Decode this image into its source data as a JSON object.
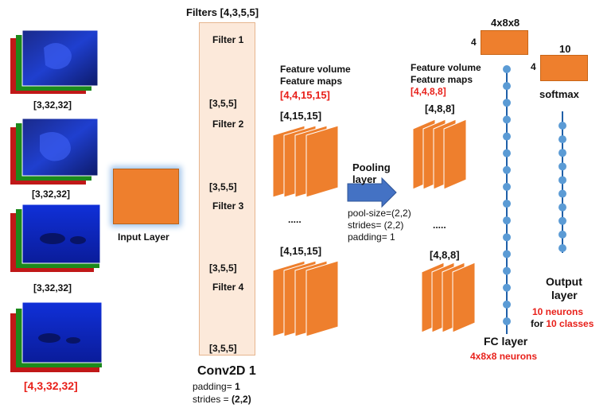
{
  "colors": {
    "orange": "#ee7f2d",
    "blue_filter": "#4472c4",
    "red_text": "#e8201a",
    "fc_line": "#1f5fa8",
    "neuron": "#5b9bd5",
    "panel": "#fce9da"
  },
  "input": {
    "image_shape_1": "[3,32,32]",
    "image_shape_2": "[3,32,32]",
    "image_shape_3": "[3,32,32]",
    "batch_shape": "[4,3,32,32]",
    "layer_label": "Input Layer"
  },
  "filters": {
    "header": "Filters [4,3,5,5]",
    "items": [
      {
        "label": "Filter 1",
        "shape": "[3,5,5]"
      },
      {
        "label": "Filter 2",
        "shape": "[3,5,5]"
      },
      {
        "label": "Filter 3",
        "shape": "[3,5,5]"
      },
      {
        "label": "Filter 4",
        "shape": "[3,5,5]"
      }
    ]
  },
  "conv": {
    "title": "Conv2D 1",
    "padding_label": "padding= ",
    "padding_value": "1",
    "strides_label": "strides = ",
    "strides_value": "(2,2)"
  },
  "feature_volume_1": {
    "line1": "Feature volume",
    "line2": "Feature maps",
    "shape": "[4,4,15,15]",
    "map_shape_top": "[4,15,15]",
    "map_shape_bottom": "[4,15,15]",
    "ellipsis": "....."
  },
  "pooling": {
    "title_line1": "Pooling",
    "title_line2": "layer",
    "pool_size": "pool-size=(2,2)",
    "strides": "strides= (2,2)",
    "padding": "padding= 1"
  },
  "feature_volume_2": {
    "line1": "Feature volume",
    "line2": "Feature maps",
    "shape": "[4,4,8,8]",
    "map_shape_top": "[4,8,8]",
    "map_shape_bottom": "[4,8,8]",
    "ellipsis": "....."
  },
  "fc": {
    "matrix_label": "4x8x8",
    "rows_label": "4",
    "title": "FC layer",
    "neurons": "4x8x8 neurons",
    "node_count": 16
  },
  "output": {
    "matrix_label": "10",
    "rows_label": "4",
    "softmax": "softmax",
    "title_line1": "Output",
    "title_line2": "layer",
    "neurons": "10 neurons",
    "classes_prefix": "for ",
    "classes": "10 classes",
    "node_count": 10
  }
}
